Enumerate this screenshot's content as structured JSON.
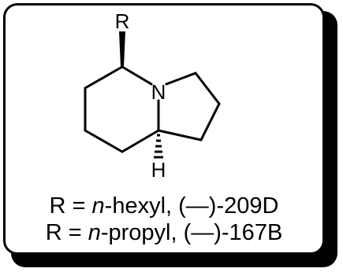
{
  "structure": {
    "substituent_label": "R",
    "nitrogen_label": "N",
    "hydrogen_label": "H"
  },
  "captions": [
    {
      "prefix": "R = ",
      "italic": "n",
      "rest": "-hexyl, (—)-209D"
    },
    {
      "prefix": "R = ",
      "italic": "n",
      "rest": "-propyl, (—)-167B"
    }
  ]
}
